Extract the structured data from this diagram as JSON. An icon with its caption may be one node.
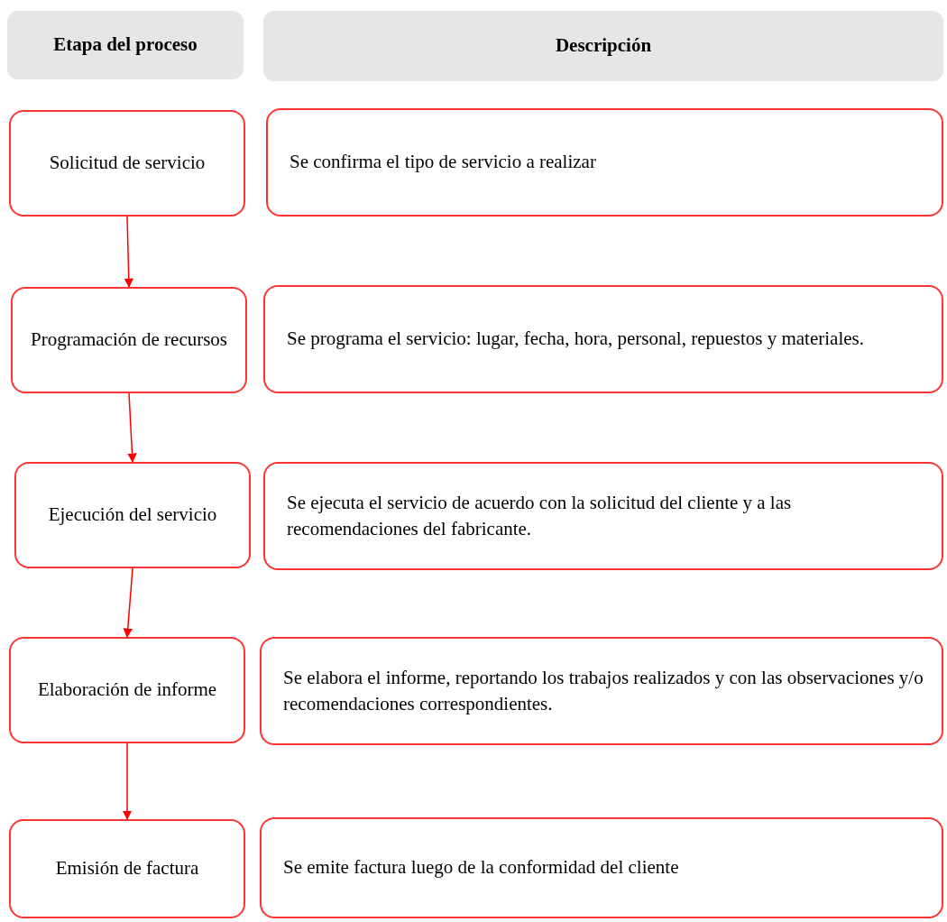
{
  "diagram": {
    "nodes": [
      {
        "text": [
          "Etapa del proceso"
        ]
      },
      {
        "text": [
          "Descripción"
        ]
      },
      {
        "text": [
          "Solicitud de servicio"
        ]
      },
      {
        "text": [
          "Se confirma el tipo de servicio a realizar"
        ]
      },
      {
        "text": [
          "Programación de recursos"
        ]
      },
      {
        "text": [
          "Se programa el servicio: lugar, fecha, hora, personal, repuestos y materiales."
        ]
      },
      {
        "text": [
          "Ejecución del servicio"
        ]
      },
      {
        "text": [
          "Se ejecuta el servicio de acuerdo con la solicitud del cliente y a las recomendaciones del fabricante."
        ]
      },
      {
        "text": [
          "Elaboración de informe"
        ]
      },
      {
        "text": [
          "Se elabora el informe, reportando los trabajos realizados y con las observaciones y/o recomendaciones correspondientes."
        ]
      },
      {
        "text": [
          "Emisión de factura"
        ]
      },
      {
        "text": [
          "Se emite factura luego de la conformidad del cliente"
        ]
      }
    ],
    "edges": [
      {
        "from": 2,
        "to": 4,
        "arrow": "to"
      },
      {
        "from": 4,
        "to": 6,
        "arrow": "to"
      },
      {
        "from": 6,
        "to": 8,
        "arrow": "to"
      },
      {
        "from": 8,
        "to": 10,
        "arrow": "to"
      }
    ]
  }
}
